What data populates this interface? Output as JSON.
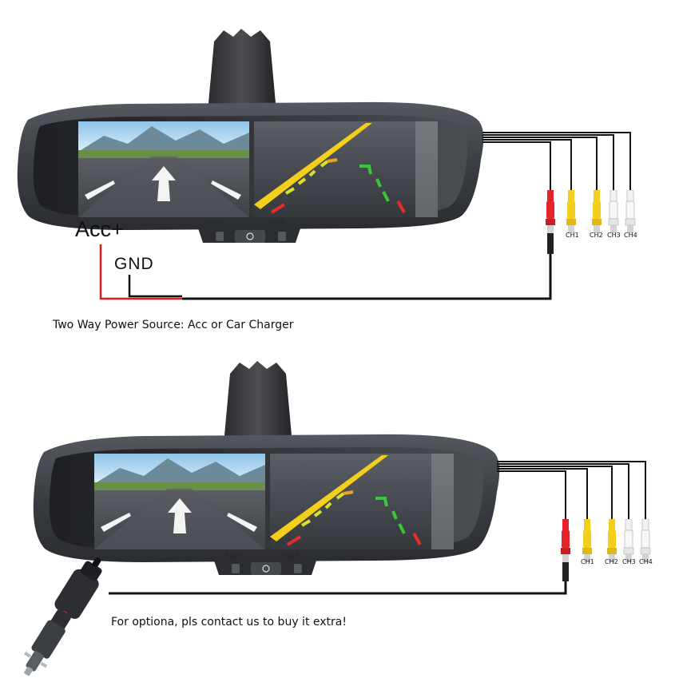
{
  "labels": {
    "acc_plus": "Acc+",
    "gnd": "GND",
    "caption_top": "Two Way Power Source: Acc or Car Charger",
    "caption_bottom": "For optiona, pls contact us to buy it extra!"
  },
  "channels": [
    "CH1",
    "CH2",
    "CH3",
    "CH4"
  ],
  "icons": [
    "mirror-icon",
    "rca-connector-icon",
    "power-button-icon",
    "brightness-icon",
    "car-charger-icon"
  ],
  "colors": {
    "wire_acc": "#e01b1b",
    "wire": "#111111",
    "rca_red": "#e5232a",
    "rca_yellow": "#f2cf1c",
    "rca_white": "#f2f2f2",
    "mirror_body": "#3a3d42"
  }
}
